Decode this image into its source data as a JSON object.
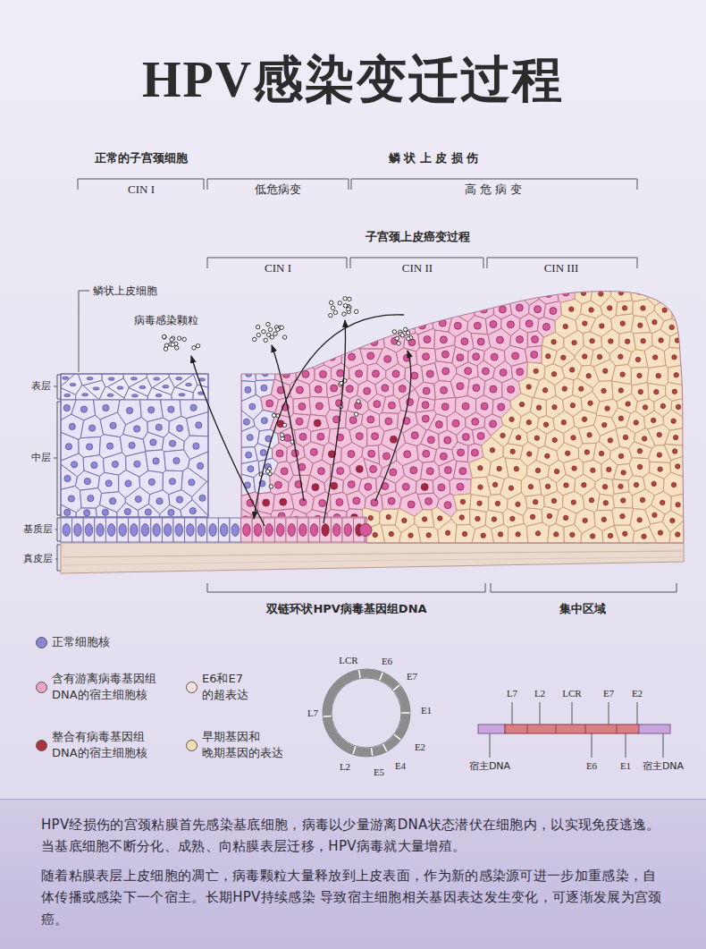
{
  "diagram": {
    "title": "HPV感染变迁过程",
    "nodes": [
      {
        "text": [
          "HPV经损伤的宫颈粘膜首先感染基底细胞，病毒以少量游离DNA状态潜伏在细胞内，以实现免疫逃逸。当基底细胞不断分化、成熟、向粘膜表层迁移，HPV病毒就大量增殖。",
          "随着粘膜表层上皮细胞的凋亡，病毒颗粒大量释放到上皮表面，作为新的感染源可进一步加重感染，自体传播或感染下一个宿主。长期HPV持续感染 导致宿主细胞相关基因表达发生变化，可逐渐发展为宫颈癌。"
        ]
      }
    ],
    "labels": [
      "正常的子宫颈细胞",
      "鳞 状 上 皮 损 伤",
      "CIN I",
      "低危病变",
      "高 危 病 变",
      "子宫颈上皮癌变过程",
      "CIN I",
      "CIN II",
      "CIN III",
      "鳞状上皮细胞",
      "病毒感染颗粒",
      "表层",
      "中层",
      "基质层",
      "真皮层",
      "双链环状HPV病毒基因组DNA",
      "集中区域",
      "LCR",
      "E6",
      "E7",
      "E1",
      "E2",
      "E4",
      "E5",
      "L2",
      "L7",
      "L7",
      "L2",
      "LCR",
      "E7",
      "E2",
      "宿主DNA",
      "E6",
      "E1",
      "宿主DNA"
    ],
    "legend": [
      {
        "text": "正常细胞核",
        "color": "#8d86d6"
      },
      {
        "text": "含有游离病毒基因组 DNA的宿主细胞核",
        "color": "#eaa6c6"
      },
      {
        "text": "E6和E7 的超表达",
        "color": "#f7e3de"
      },
      {
        "text": "整合有病毒基因组 DNA的宿主细胞核",
        "color": "#a8323e"
      },
      {
        "text": "早期基因和 晚期基因的表达",
        "color": "#f3deb4"
      }
    ]
  }
}
